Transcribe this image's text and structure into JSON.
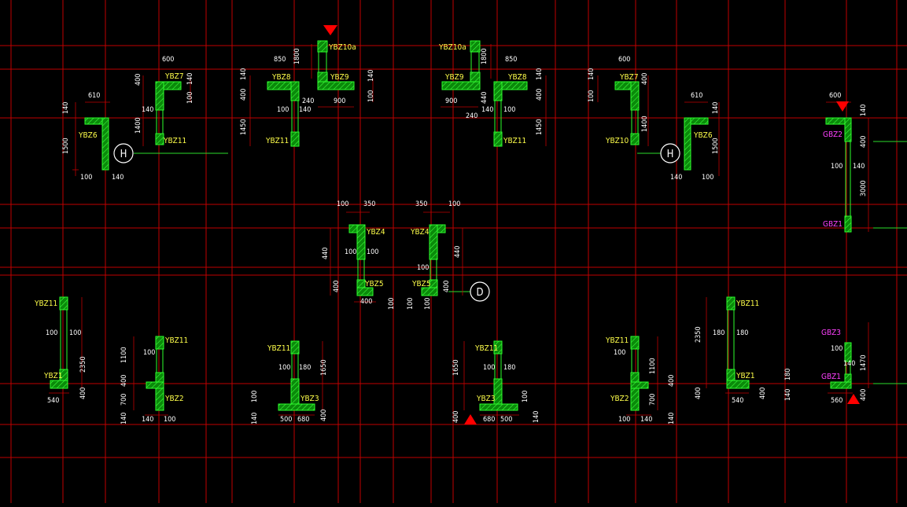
{
  "axis_bubbles": [
    "H",
    "H",
    "D"
  ],
  "colors": {
    "background": "#000000",
    "grid_line": "#c00000",
    "wall_fill": "#0a8a0a",
    "wall_edge": "#2cff2c",
    "label_yellow": "#ffff4a",
    "label_magenta": "#ff40ff",
    "dimension_text": "#ffffff",
    "marker": "#ff0000"
  },
  "component_labels": {
    "ybz6_left": "YBZ6",
    "ybz7_left": "YBZ7",
    "ybz11_a": "YBZ11",
    "ybz8_left": "YBZ8",
    "ybz11_b": "YBZ11",
    "ybz10a_left": "YBZ10a",
    "ybz9_left": "YBZ9",
    "ybz10a_right": "YBZ10a",
    "ybz9_right": "YBZ9",
    "ybz8_right": "YBZ8",
    "ybz11_c": "YBZ11",
    "ybz7_right": "YBZ7",
    "ybz10_right": "YBZ10",
    "ybz6_right": "YBZ6",
    "gbz2": "GBZ2",
    "gbz1_top": "GBZ1",
    "ybz4_left": "YBZ4",
    "ybz5_left": "YBZ5",
    "ybz4_right": "YBZ4",
    "ybz5_right": "YBZ5",
    "ybz11_d": "YBZ11",
    "ybz1_left": "YBZ1",
    "ybz11_e": "YBZ11",
    "ybz2_left": "YBZ2",
    "ybz11_f": "YBZ11",
    "ybz3_left": "YBZ3",
    "ybz11_g": "YBZ11",
    "ybz3_right": "YBZ3",
    "ybz11_h": "YBZ11",
    "ybz2_right": "YBZ2",
    "ybz11_i": "YBZ11",
    "ybz1_right": "YBZ1",
    "gbz3": "GBZ3",
    "gbz1_bottom": "GBZ1"
  },
  "dimensions": {
    "d610_l": "610",
    "d140_l1": "140",
    "d1500_l": "1500",
    "d100_l": "100",
    "d140_l2": "140",
    "d600_a": "600",
    "d400_a": "400",
    "d140_a": "140",
    "d100_a": "100",
    "d140_a2": "140",
    "d1400_a": "1400",
    "d850_a": "850",
    "d140_b": "140",
    "d400_b": "400",
    "d100_b": "100",
    "d1450_b": "1450",
    "d1800_a": "1800",
    "d140_c": "140",
    "d240_a": "240",
    "d900_a": "900",
    "d100_c": "100",
    "d140_c2": "140",
    "d1800_b": "1800",
    "d900_b": "900",
    "d240_b": "240",
    "d440_b": "440",
    "d140_d": "140",
    "d100_d": "100",
    "d850_b": "850",
    "d140_e": "140",
    "d400_e": "400",
    "d1450_e": "1450",
    "d600_b": "600",
    "d140_f": "140",
    "d400_f": "400",
    "d100_f": "100",
    "d1400_f": "1400",
    "d610_r": "610",
    "d140_r1": "140",
    "d1500_r": "1500",
    "d140_r2": "140",
    "d100_r": "100",
    "d600_g": "600",
    "d140_g": "140",
    "d400_g": "400",
    "d100_g": "100",
    "d140_g2": "140",
    "d3000_g": "3000",
    "d100_h": "100",
    "d350_h": "350",
    "d440_h": "440",
    "d100_h2": "100",
    "d100_h3": "100",
    "d400_h": "400",
    "d400_h2": "400",
    "d100_h4": "100",
    "d350_i": "350",
    "d100_i": "100",
    "d440_i": "440",
    "d100_i2": "100",
    "d100_i3": "100",
    "d400_i": "400",
    "d100_i4": "100",
    "d100_j": "100",
    "d100_j2": "100",
    "d2350_j": "2350",
    "d540_j": "540",
    "d400_j": "400",
    "d1100_k": "1100",
    "d100_k": "100",
    "d400_k": "400",
    "d700_k": "700",
    "d140_k": "140",
    "d140_k2": "140",
    "d100_k2": "100",
    "d100_l3": "100",
    "d180_l": "180",
    "d1650_l": "1650",
    "d140_l3": "140",
    "d100_l4": "100",
    "d500_l": "500",
    "d680_l": "680",
    "d400_l": "400",
    "d100_m": "100",
    "d180_m": "180",
    "d1650_m": "1650",
    "d400_m": "400",
    "d680_m": "680",
    "d500_m": "500",
    "d100_m2": "100",
    "d140_m": "140",
    "d100_n": "100",
    "d1100_n": "1100",
    "d400_n": "400",
    "d700_n": "700",
    "d100_n2": "100",
    "d140_n": "140",
    "d140_n2": "140",
    "d2350_o": "2350",
    "d180_o": "180",
    "d180_o2": "180",
    "d400_o": "400",
    "d540_o": "540",
    "d400_o2": "400",
    "d180_p": "180",
    "d140_p": "140",
    "d100_p": "100",
    "d1470_p": "1470",
    "d140_p2": "140",
    "d560_p": "560",
    "d400_p": "400"
  }
}
